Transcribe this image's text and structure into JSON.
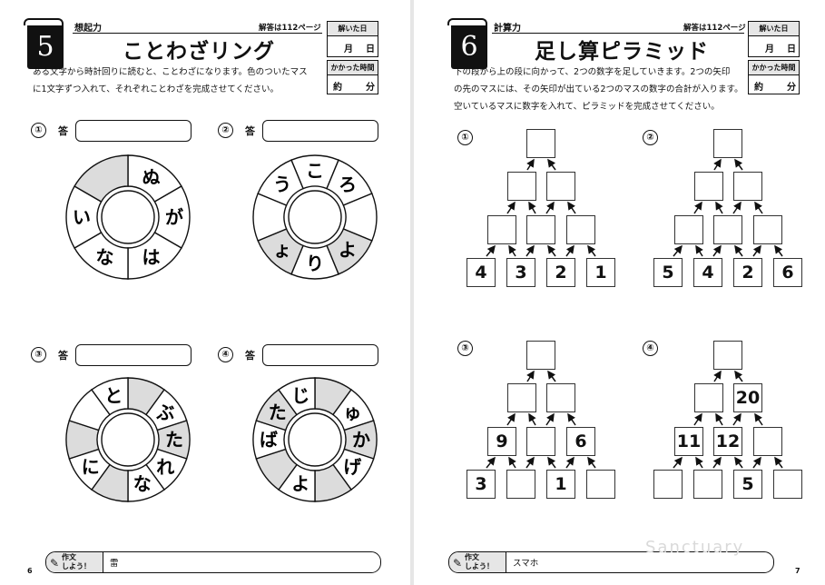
{
  "left": {
    "unit_number": "5",
    "subject": "想起力",
    "answers_ref": "解答は112ページ",
    "title": "ことわざリング",
    "solved_date_label": "解いた日",
    "month_label": "月",
    "day_label": "日",
    "time_label": "かかった時間",
    "approx_label": "約",
    "minutes_label": "分",
    "intro": [
      "ある文字から時計回りに読むと、ことわざになります。色のついたマス",
      "に1文字ずつ入れて、それぞれことわざを完成させてください。"
    ],
    "answer_label": "答",
    "problems": [
      {
        "num": "①",
        "chars": [
          "ぬ",
          "が",
          "は",
          "な",
          "い"
        ]
      },
      {
        "num": "②",
        "chars": [
          "こ",
          "ろ",
          "よ",
          "り",
          "ょ",
          "う"
        ]
      },
      {
        "num": "③",
        "chars": [
          "ぶ",
          "た",
          "れ",
          "な",
          "に",
          "と"
        ]
      },
      {
        "num": "④",
        "chars": [
          "ゅ",
          "か",
          "げ",
          "よ",
          "ば",
          "た",
          "じ"
        ]
      }
    ],
    "footer": {
      "label_line1": "作文",
      "label_line2": "しよう！",
      "word": "雷"
    },
    "page_number": "6"
  },
  "right": {
    "unit_number": "6",
    "subject": "計算力",
    "answers_ref": "解答は112ページ",
    "title": "足し算ピラミッド",
    "solved_date_label": "解いた日",
    "month_label": "月",
    "day_label": "日",
    "time_label": "かかった時間",
    "approx_label": "約",
    "minutes_label": "分",
    "intro": [
      "下の段から上の段に向かって、2つの数字を足していきます。2つの矢印",
      "の先のマスには、その矢印が出ている2つのマスの数字の合計が入ります。",
      "空いているマスに数字を入れて、ピラミッドを完成させてください。"
    ],
    "problems": [
      {
        "num": "①",
        "rows": [
          [
            ""
          ],
          [
            "",
            ""
          ],
          [
            "",
            "",
            ""
          ],
          [
            "4",
            "3",
            "2",
            "1"
          ]
        ]
      },
      {
        "num": "②",
        "rows": [
          [
            ""
          ],
          [
            "",
            ""
          ],
          [
            "",
            "",
            ""
          ],
          [
            "5",
            "4",
            "2",
            "6"
          ]
        ]
      },
      {
        "num": "③",
        "rows": [
          [
            ""
          ],
          [
            "",
            ""
          ],
          [
            "9",
            "",
            "6"
          ],
          [
            "3",
            "",
            "1",
            ""
          ]
        ]
      },
      {
        "num": "④",
        "rows": [
          [
            ""
          ],
          [
            "",
            "20"
          ],
          [
            "11",
            "12",
            ""
          ],
          [
            "",
            "",
            "5",
            ""
          ]
        ]
      }
    ],
    "footer": {
      "label_line1": "作文",
      "label_line2": "しよう！",
      "word": "スマホ"
    },
    "page_number": "7",
    "watermark": "Sanctuary"
  }
}
